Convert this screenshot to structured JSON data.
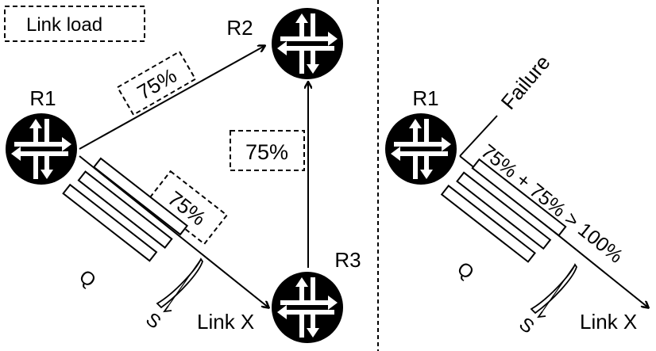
{
  "legend": {
    "label": "Link load"
  },
  "left_panel": {
    "routers": [
      {
        "id": "R1",
        "label": "R1"
      },
      {
        "id": "R2",
        "label": "R2"
      },
      {
        "id": "R3",
        "label": "R3"
      }
    ],
    "links": [
      {
        "from": "R1",
        "to": "R2",
        "load": "75%"
      },
      {
        "from": "R3",
        "to": "R2",
        "load": "75%"
      },
      {
        "from": "R1",
        "to": "R3",
        "load": "75%",
        "name": "Link X"
      }
    ],
    "queue_label": "Q",
    "scheduler_label": "S",
    "link_x_label": "Link X"
  },
  "right_panel": {
    "router_label": "R1",
    "failure_label": "Failure",
    "overload_label": "75% + 75% > 100%",
    "queue_label": "Q",
    "scheduler_label": "S",
    "link_x_label": "Link X"
  }
}
